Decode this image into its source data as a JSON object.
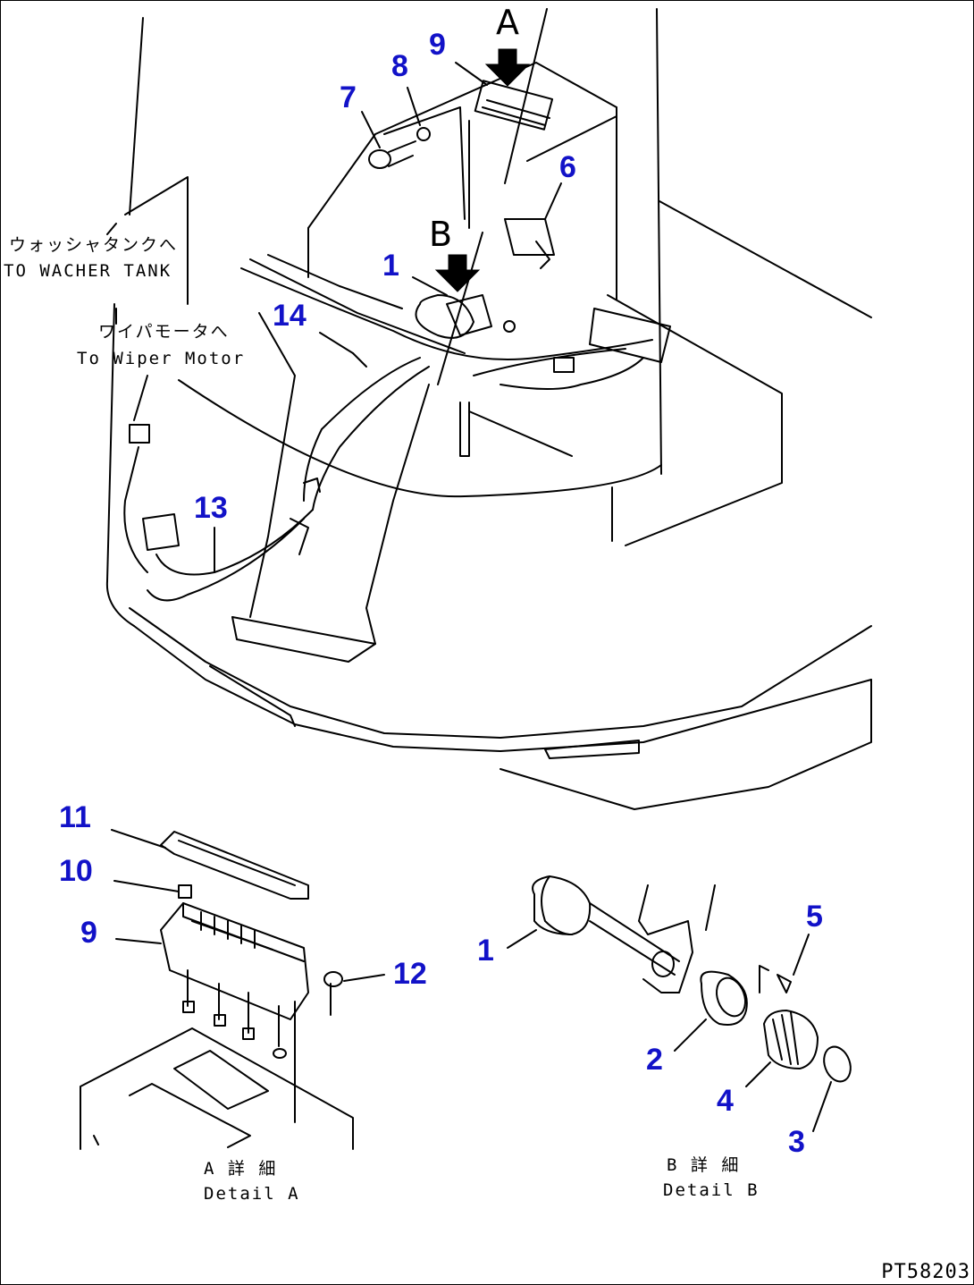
{
  "callouts": {
    "c1_main": "1",
    "c6": "6",
    "c7": "7",
    "c8": "8",
    "c9_main": "9",
    "c13": "13",
    "c14": "14",
    "c11": "11",
    "c10": "10",
    "c9_detail": "9",
    "c12": "12",
    "c1_detail": "1",
    "c2": "2",
    "c3": "3",
    "c4": "4",
    "c5": "5"
  },
  "view_letters": {
    "a": "A",
    "b": "B"
  },
  "labels": {
    "washer_jp": "ウォッシャタンクへ",
    "washer_en": "TO WACHER TANK",
    "wiper_jp": "ワイパモータへ",
    "wiper_en": "To Wiper Motor",
    "detail_a_jp": "A 詳 細",
    "detail_a_en": "Detail A",
    "detail_b_jp": "B 詳 細",
    "detail_b_en": "Detail B"
  },
  "drawing_code": "PT58203",
  "colors": {
    "callout": "#1212c8",
    "line": "#000000",
    "background": "#ffffff"
  }
}
